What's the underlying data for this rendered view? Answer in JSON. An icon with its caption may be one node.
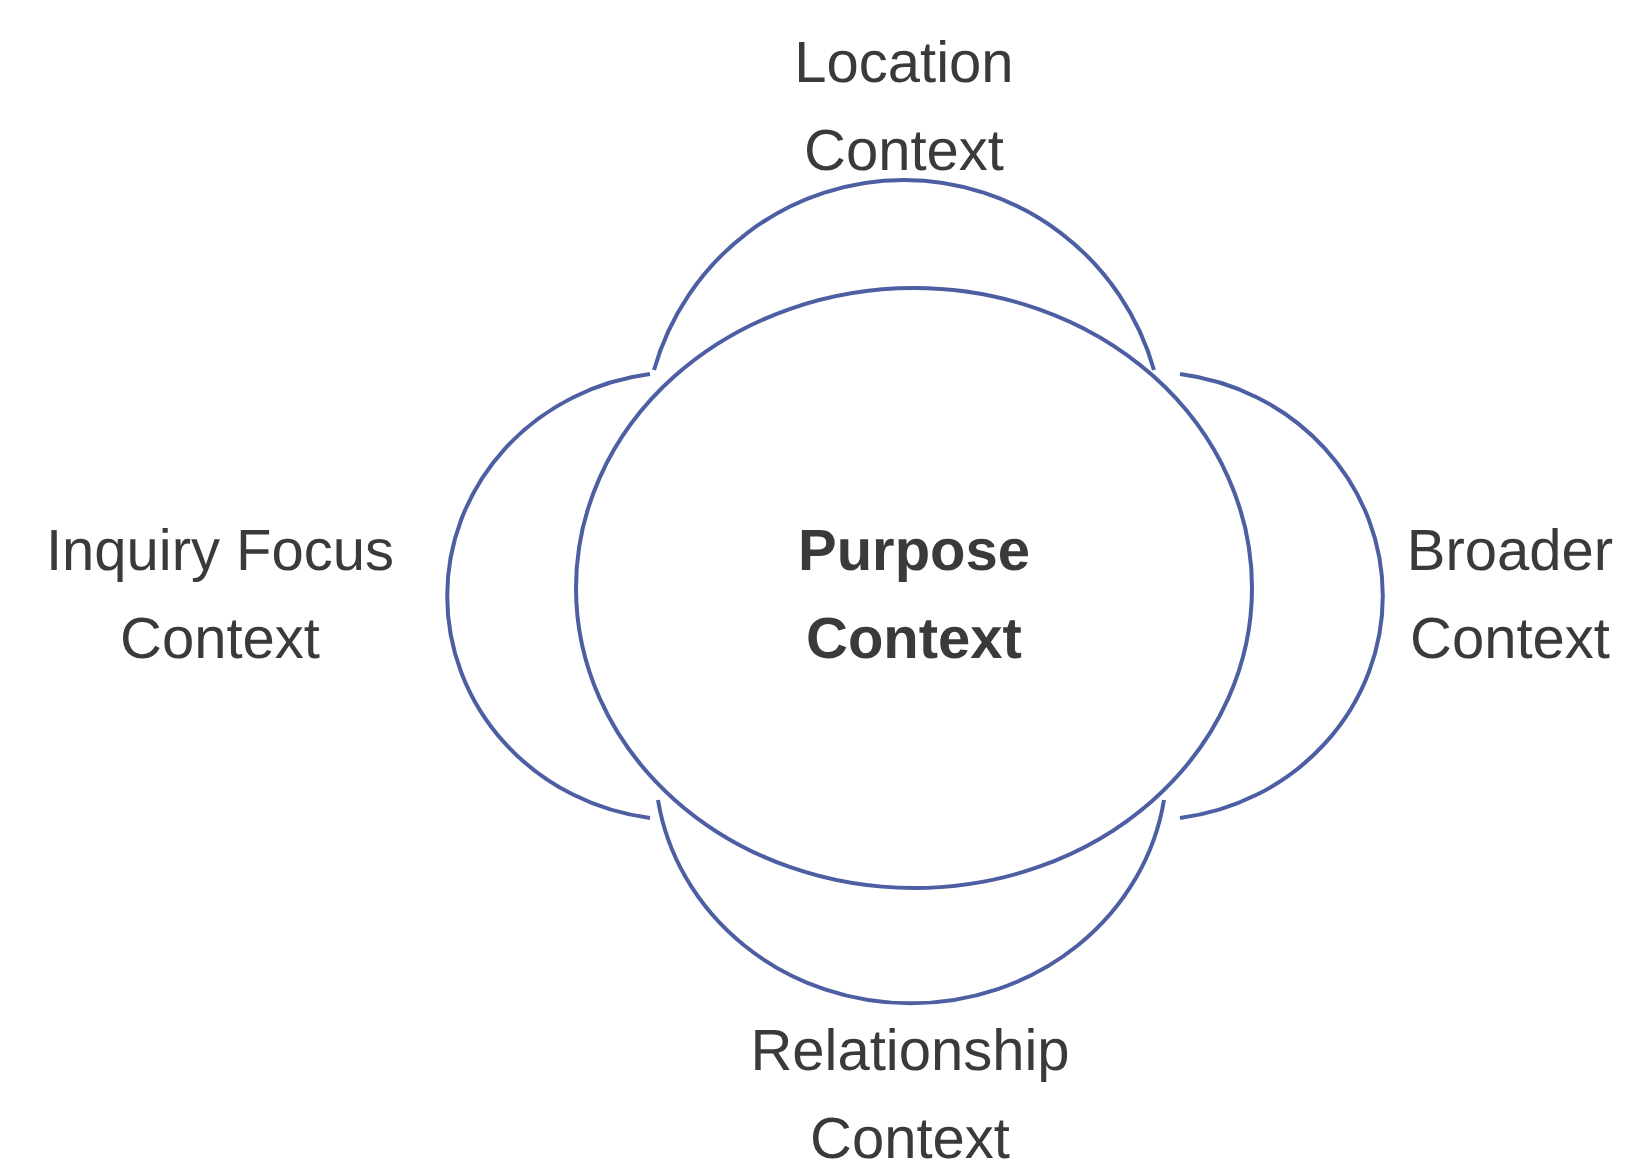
{
  "diagram": {
    "nodes": [
      {
        "text": [
          "Location Context"
        ]
      },
      {
        "text": [
          "Inquiry Focus Context"
        ]
      },
      {
        "text": [
          "Broader Context"
        ]
      },
      {
        "text": [
          "Relationship Context"
        ]
      },
      {
        "text": [
          "Purpose Context"
        ]
      }
    ],
    "edges": []
  }
}
